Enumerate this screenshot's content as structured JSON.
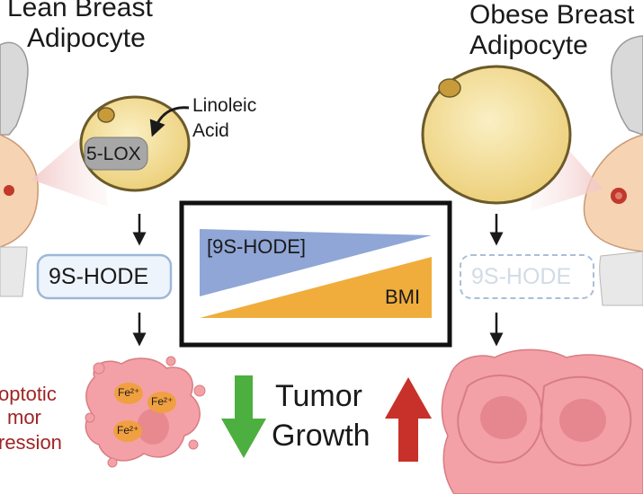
{
  "lean": {
    "title_line1": "Lean Breast",
    "title_line2": "Adipocyte",
    "linoleic_line1": "Linoleic",
    "linoleic_line2": "Acid",
    "enzyme": "5-LOX",
    "metabolite": "9S-HODE",
    "outcome_line1": "optotic",
    "outcome_line2": "mor",
    "outcome_line3": "ression",
    "iron_label": "Fe²⁺"
  },
  "obese": {
    "title_line1": "Obese Breast",
    "title_line2": "Adipocyte",
    "metabolite": "9S-HODE"
  },
  "center": {
    "hode_label": "[9S-HODE]",
    "bmi_label": "BMI",
    "tumor_line1": "Tumor",
    "tumor_line2": "Growth"
  },
  "colors": {
    "hode_wedge": "#8fa6d6",
    "bmi_wedge": "#f0ad3c",
    "down_arrow": "#4caf3f",
    "up_arrow": "#c8302a",
    "cell_fill": "#f4e3a2",
    "tumor_fill": "#f3a1a6",
    "outcome_text": "#a02424"
  }
}
